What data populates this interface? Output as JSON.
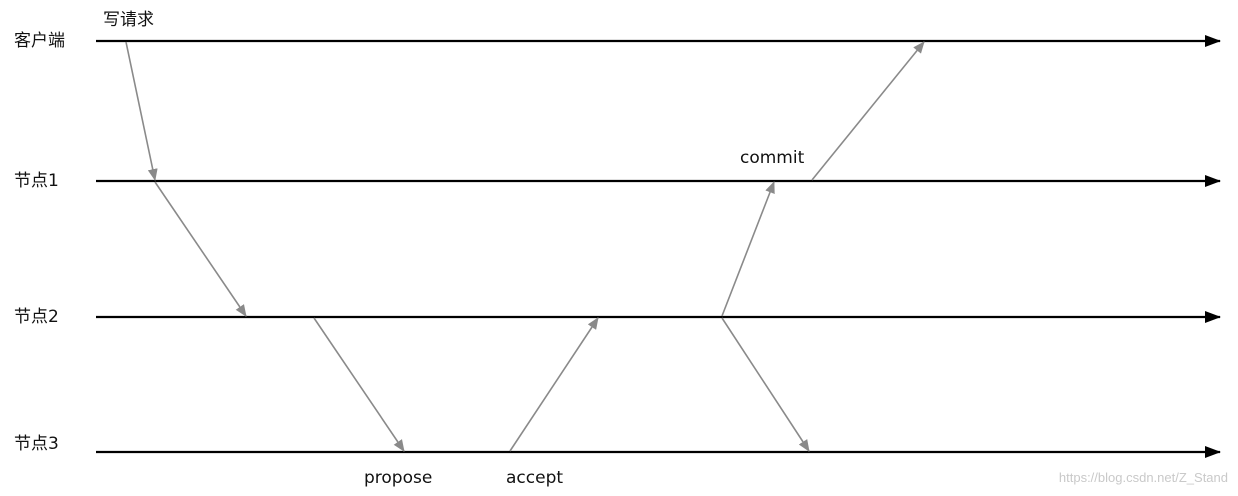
{
  "lanes": {
    "client": "客户端",
    "node1": "节点1",
    "node2": "节点2",
    "node3": "节点3"
  },
  "messages": {
    "write_request": "写请求",
    "propose": "propose",
    "accept": "accept",
    "commit": "commit"
  },
  "watermark": "https://blog.csdn.net/Z_Stand",
  "colors": {
    "lane_line": "#000000",
    "message_arrow": "#8a8a8a",
    "text": "#111111",
    "watermark": "#c9c9c9"
  }
}
